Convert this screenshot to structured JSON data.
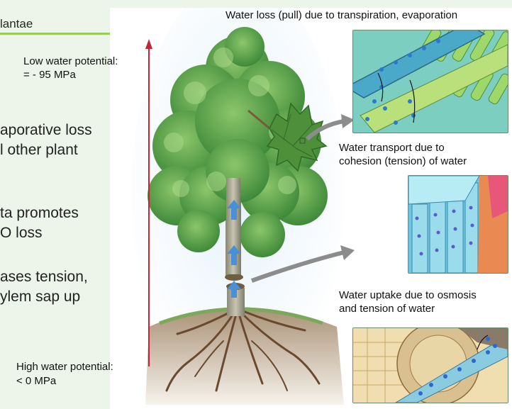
{
  "slide": {
    "title_fragment": "lantae",
    "bullets": [
      "aporative loss",
      "l other plant",
      "ta promotes",
      "O loss",
      "ases tension,",
      "ylem sap up"
    ]
  },
  "figure": {
    "top_label": "Water loss (pull) due to transpiration, evaporation",
    "low_potential": {
      "line1": "Low water potential:",
      "line2": "= - 95 MPa"
    },
    "high_potential": {
      "line1": "High water potential:",
      "line2": "< 0 MPa"
    },
    "transport_label": {
      "line1": "Water transport due to",
      "line2": "cohesion (tension) of water"
    },
    "uptake_label": {
      "line1": "Water uptake due to osmosis",
      "line2": "and tension of water"
    }
  },
  "colors": {
    "accent_line": "#8dc63f",
    "pressure_arrow": "#c0263a",
    "flow_arrow": "#4a90d9",
    "leaf": "#4e8f3a",
    "xylem": "#5bb8d8"
  }
}
